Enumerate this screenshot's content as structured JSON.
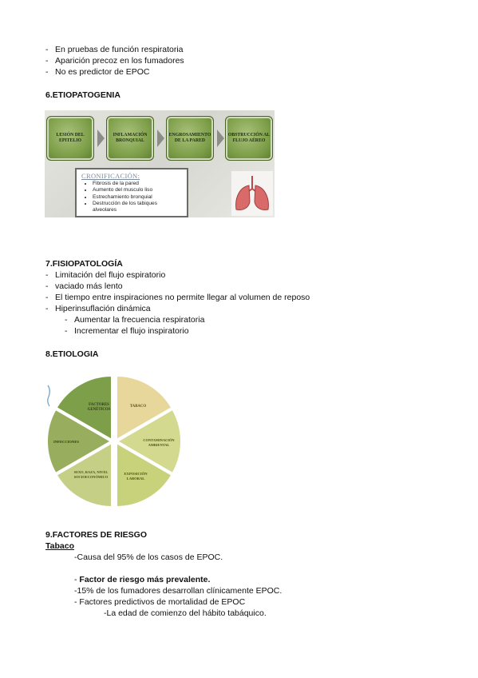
{
  "intro_items": [
    "En pruebas de función respiratoria",
    "Aparición precoz en los fumadores",
    "No es predictor de EPOC"
  ],
  "section6": {
    "heading": "6.ETIOPATOGENIA",
    "steps": [
      "LESIÓN DEL EPITELIO",
      "INFLAMACIÓN BRONQUIAL",
      "ENGROSAMIENTO DE LA PARED",
      "OBSTRUCCIÓN AL FLUJO AÉREO"
    ],
    "cronificacion": {
      "title": "CRONIFICACIÓN:",
      "items": [
        "Fibrosis de la pared",
        "Aumento del musculo liso",
        "Estrechamiento bronquial",
        "Destrucción de los tabiques alveolares"
      ]
    }
  },
  "section7": {
    "heading": "7.FISIOPATOLOGÍA",
    "items": [
      "Limitación del flujo espiratorio",
      "vaciado más lento",
      "El tiempo entre inspiraciones no permite llegar al volumen de reposo",
      "Hiperinsuflación dinámica"
    ],
    "subitems": [
      "Aumentar la frecuencia respiratoria",
      "Incrementar el flujo inspiratorio"
    ]
  },
  "section8": {
    "heading": "8.ETIOLOGIA",
    "segments": [
      "FACTORES GENÉTICOS",
      "TABACO",
      "CONTAMINACIÓN AMBIENTAL",
      "EXPOSICIÓN LABORAL",
      "SEXO, RAZA, NIVEL SOCIOECONÓMICO",
      "INFECCIONES"
    ]
  },
  "section9": {
    "heading": "9.FACTORES DE RIESGO",
    "subheading": "Tabaco",
    "line1": "-Causa del 95% de los casos de EPOC.",
    "line2_prefix": "- ",
    "line2_bold": "Factor de riesgo más prevalente.",
    "line3": "-15% de los fumadores desarrollan clínicamente EPOC.",
    "line4": "- Factores predictivos de mortalidad de EPOC",
    "line5": "-La edad de comienzo del hábito tabáquico."
  },
  "colors": {
    "dark_green": "#7e9f4a",
    "light_yellow": "#e8d79a",
    "pale_green": "#d3d98f"
  }
}
